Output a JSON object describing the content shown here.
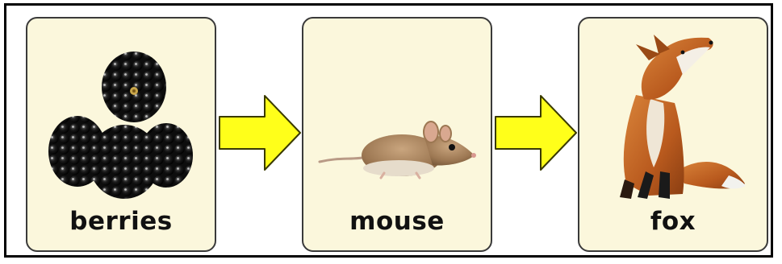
{
  "food_chain": {
    "items": [
      {
        "label": "berries",
        "icon": "blackberries-icon"
      },
      {
        "label": "mouse",
        "icon": "mouse-icon"
      },
      {
        "label": "fox",
        "icon": "fox-icon"
      }
    ],
    "arrow_color": "#ffff00",
    "card_color": "#fbf7dc"
  }
}
